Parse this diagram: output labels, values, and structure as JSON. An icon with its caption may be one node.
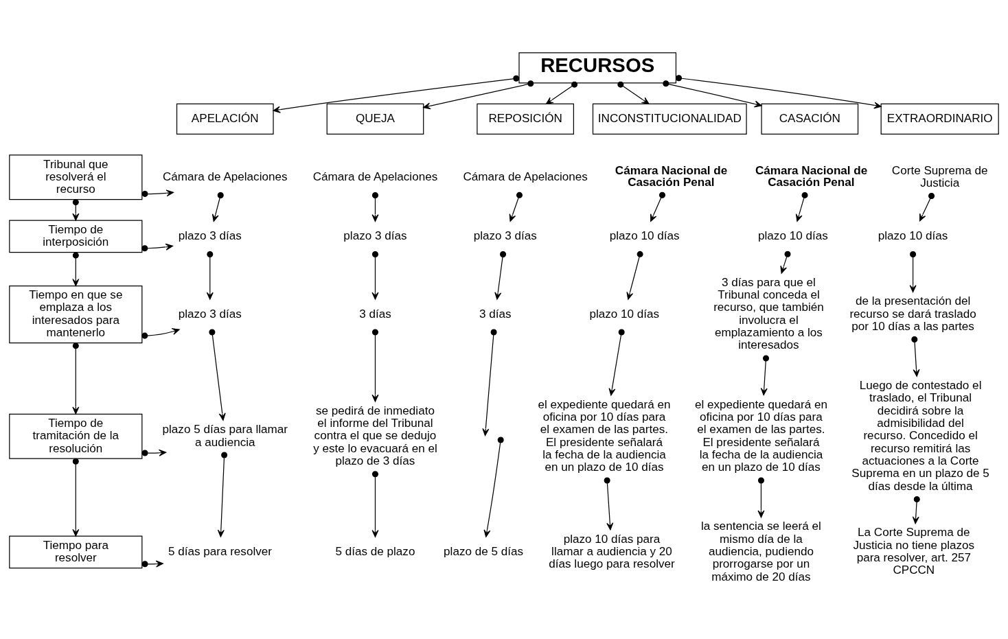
{
  "diagram": {
    "nodes": [
      {
        "text": [
          "RECURSOS"
        ]
      },
      {
        "text": [
          "APELACIÓN"
        ]
      },
      {
        "text": [
          "QUEJA"
        ]
      },
      {
        "text": [
          "REPOSICIÓN"
        ]
      },
      {
        "text": [
          "INCONSTITUCIONALIDAD"
        ]
      },
      {
        "text": [
          "CASACIÓN"
        ]
      },
      {
        "text": [
          "EXTRAORDINARIO"
        ]
      },
      {
        "text": [
          "Tribunal que resolverá el recurso"
        ]
      },
      {
        "text": [
          "Tiempo de interposición"
        ]
      },
      {
        "text": [
          "Tiempo en que se emplaza a los interesados para mantenerlo"
        ]
      },
      {
        "text": [
          "Tiempo de tramitación de la resolución"
        ]
      },
      {
        "text": [
          "Tiempo para resolver"
        ]
      },
      {
        "text": [
          "Cámara de Apelaciones"
        ]
      },
      {
        "text": [
          "plazo 3 días"
        ]
      },
      {
        "text": [
          "plazo 3 días"
        ]
      },
      {
        "text": [
          "plazo 5 días para llamar a audiencia"
        ]
      },
      {
        "text": [
          "5 días para resolver"
        ]
      },
      {
        "text": [
          "Cámara de Apelaciones"
        ]
      },
      {
        "text": [
          "plazo 3 días"
        ]
      },
      {
        "text": [
          "3 días"
        ]
      },
      {
        "text": [
          "se pedirá de inmediato el informe del Tribunal contra el que se dedujo y este lo evacuará en el plazo de 3 días"
        ]
      },
      {
        "text": [
          "5 días de plazo"
        ]
      },
      {
        "text": [
          "Cámara de Apelaciones"
        ]
      },
      {
        "text": [
          "plazo 3 días"
        ]
      },
      {
        "text": [
          "3 días"
        ]
      },
      {
        "text": [
          "plazo de 5 días"
        ]
      },
      {
        "text": [
          "Cámara Nacional de Casación Penal"
        ]
      },
      {
        "text": [
          "plazo 10 días"
        ]
      },
      {
        "text": [
          "plazo 10 días"
        ]
      },
      {
        "text": [
          "el expediente quedará en oficina por 10 días para el examen de las partes. El presidente señalará la fecha de la audiencia en un plazo de 10 días"
        ]
      },
      {
        "text": [
          "plazo 10 días para llamar a audiencia y 20 días luego para resolver"
        ]
      },
      {
        "text": [
          "Cámara Nacional de Casación Penal"
        ]
      },
      {
        "text": [
          "plazo 10 días"
        ]
      },
      {
        "text": [
          "3 días para que el Tribunal conceda el recurso, que también involucra el emplazamiento a los interesados"
        ]
      },
      {
        "text": [
          "el expediente quedará en oficina por 10 días para el examen de las partes. El presidente señalará la fecha de la audiencia en un plazo de 10 días"
        ]
      },
      {
        "text": [
          "la sentencia se leerá el mismo día de la audiencia, pudiendo prorrogarse por un máximo de 20 días"
        ]
      },
      {
        "text": [
          "Corte Suprema de Justicia"
        ]
      },
      {
        "text": [
          "plazo 10 días"
        ]
      },
      {
        "text": [
          "de la presentación del recurso se dará traslado por 10 días a las partes"
        ]
      },
      {
        "text": [
          "Luego de contestado el traslado, el Tribunal decidirá sobre la admisibilidad del recurso. Concedido el recurso remitirá las actuaciones a la Corte Suprema en un plazo de 5 días desde la última"
        ]
      },
      {
        "text": [
          "La Corte Suprema de Justicia no tiene plazos para resolver, art. 257 CPCCN"
        ]
      }
    ],
    "edges": [
      {
        "from": 0,
        "to": 1,
        "arrow": "to"
      },
      {
        "from": 0,
        "to": 2,
        "arrow": "to"
      },
      {
        "from": 0,
        "to": 3,
        "arrow": "to"
      },
      {
        "from": 0,
        "to": 4,
        "arrow": "to"
      },
      {
        "from": 0,
        "to": 5,
        "arrow": "to"
      },
      {
        "from": 0,
        "to": 6,
        "arrow": "to"
      },
      {
        "from": 7,
        "to": 8,
        "arrow": "to"
      },
      {
        "from": 8,
        "to": 9,
        "arrow": "to"
      },
      {
        "from": 9,
        "to": 10,
        "arrow": "to"
      },
      {
        "from": 10,
        "to": 11,
        "arrow": "to"
      },
      {
        "from": 7,
        "to": 12,
        "arrow": "to"
      },
      {
        "from": 8,
        "to": 13,
        "arrow": "to"
      },
      {
        "from": 9,
        "to": 14,
        "arrow": "to"
      },
      {
        "from": 10,
        "to": 15,
        "arrow": "to"
      },
      {
        "from": 11,
        "to": 16,
        "arrow": "to"
      },
      {
        "from": 12,
        "to": 13,
        "arrow": "to"
      },
      {
        "from": 13,
        "to": 14,
        "arrow": "to"
      },
      {
        "from": 14,
        "to": 15,
        "arrow": "to"
      },
      {
        "from": 15,
        "to": 16,
        "arrow": "to"
      },
      {
        "from": 17,
        "to": 18,
        "arrow": "to"
      },
      {
        "from": 18,
        "to": 19,
        "arrow": "to"
      },
      {
        "from": 19,
        "to": 20,
        "arrow": "to"
      },
      {
        "from": 20,
        "to": 21,
        "arrow": "to"
      },
      {
        "from": 22,
        "to": 23,
        "arrow": "to"
      },
      {
        "from": 23,
        "to": 24,
        "arrow": "to"
      },
      {
        "from": 24,
        "to": null,
        "arrow": "to"
      },
      {
        "from": null,
        "to": 25,
        "arrow": "to"
      },
      {
        "from": 26,
        "to": 27,
        "arrow": "to"
      },
      {
        "from": 27,
        "to": 28,
        "arrow": "to"
      },
      {
        "from": 28,
        "to": 29,
        "arrow": "to"
      },
      {
        "from": 29,
        "to": 30,
        "arrow": "to"
      },
      {
        "from": 31,
        "to": 32,
        "arrow": "to"
      },
      {
        "from": 32,
        "to": 33,
        "arrow": "to"
      },
      {
        "from": 33,
        "to": 34,
        "arrow": "to"
      },
      {
        "from": 34,
        "to": 35,
        "arrow": "to"
      },
      {
        "from": 36,
        "to": 37,
        "arrow": "to"
      },
      {
        "from": 37,
        "to": 38,
        "arrow": "to"
      },
      {
        "from": 38,
        "to": 39,
        "arrow": "to"
      },
      {
        "from": 39,
        "to": 40,
        "arrow": "to"
      }
    ]
  }
}
